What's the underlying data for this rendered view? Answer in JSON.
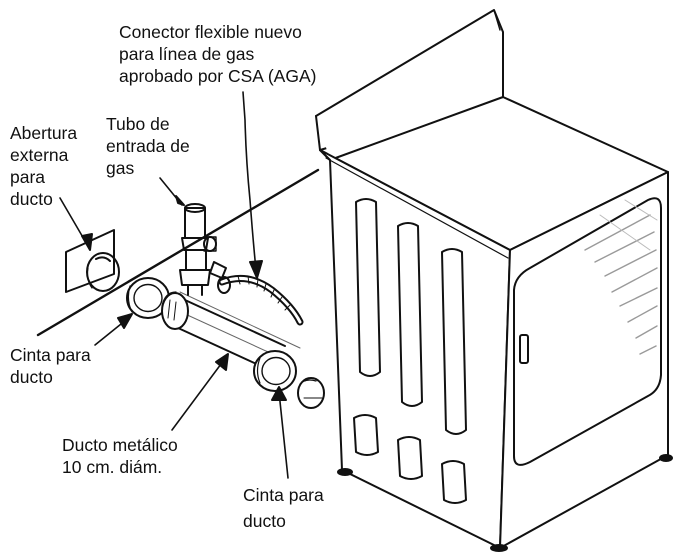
{
  "labels": {
    "gas_connector": [
      "Conector flexible nuevo",
      "para línea de gas",
      "aprobado por CSA (AGA)"
    ],
    "gas_inlet": [
      "Tubo de",
      "entrada de",
      "gas"
    ],
    "exhaust_opening": [
      "Abertura",
      "externa",
      "para",
      "ducto"
    ],
    "duct_tape_left": [
      "Cinta para",
      "ducto"
    ],
    "metal_duct": [
      "Ducto metálico",
      "10 cm. diám."
    ],
    "duct_tape_right": [
      "Cinta para",
      "ducto"
    ]
  },
  "colors": {
    "ink": "#111111",
    "paper": "#ffffff",
    "shade": "#d9d9d9"
  }
}
